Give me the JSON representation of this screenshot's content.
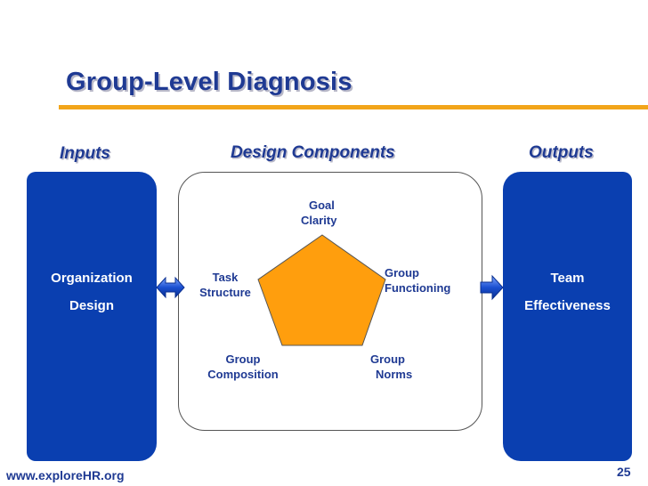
{
  "title": "Group-Level Diagnosis",
  "headings": {
    "inputs": "Inputs",
    "design": "Design Components",
    "outputs": "Outputs"
  },
  "inputs_box": {
    "line1": "Organization",
    "line2": "Design"
  },
  "outputs_box": {
    "line1": "Team",
    "line2": "Effectiveness"
  },
  "components": {
    "goal": {
      "line1": "Goal",
      "line2": "Clarity"
    },
    "task": {
      "line1": "Task",
      "line2": "Structure"
    },
    "functioning": {
      "line1": "Group",
      "line2": "Functioning"
    },
    "composition": {
      "line1": "Group",
      "line2": "Composition"
    },
    "norms": {
      "line1": "Group",
      "line2": "Norms"
    }
  },
  "footer": {
    "url": "www.exploreHR.org",
    "page": "25"
  },
  "colors": {
    "title_blue": "#1f3a93",
    "box_blue": "#0a3fb0",
    "accent_orange": "#f2a51a",
    "pentagon_orange": "#ff9e0d"
  },
  "icons": {
    "left_arrow": "double-headed-arrow-icon",
    "right_arrow": "arrow-right-icon"
  }
}
